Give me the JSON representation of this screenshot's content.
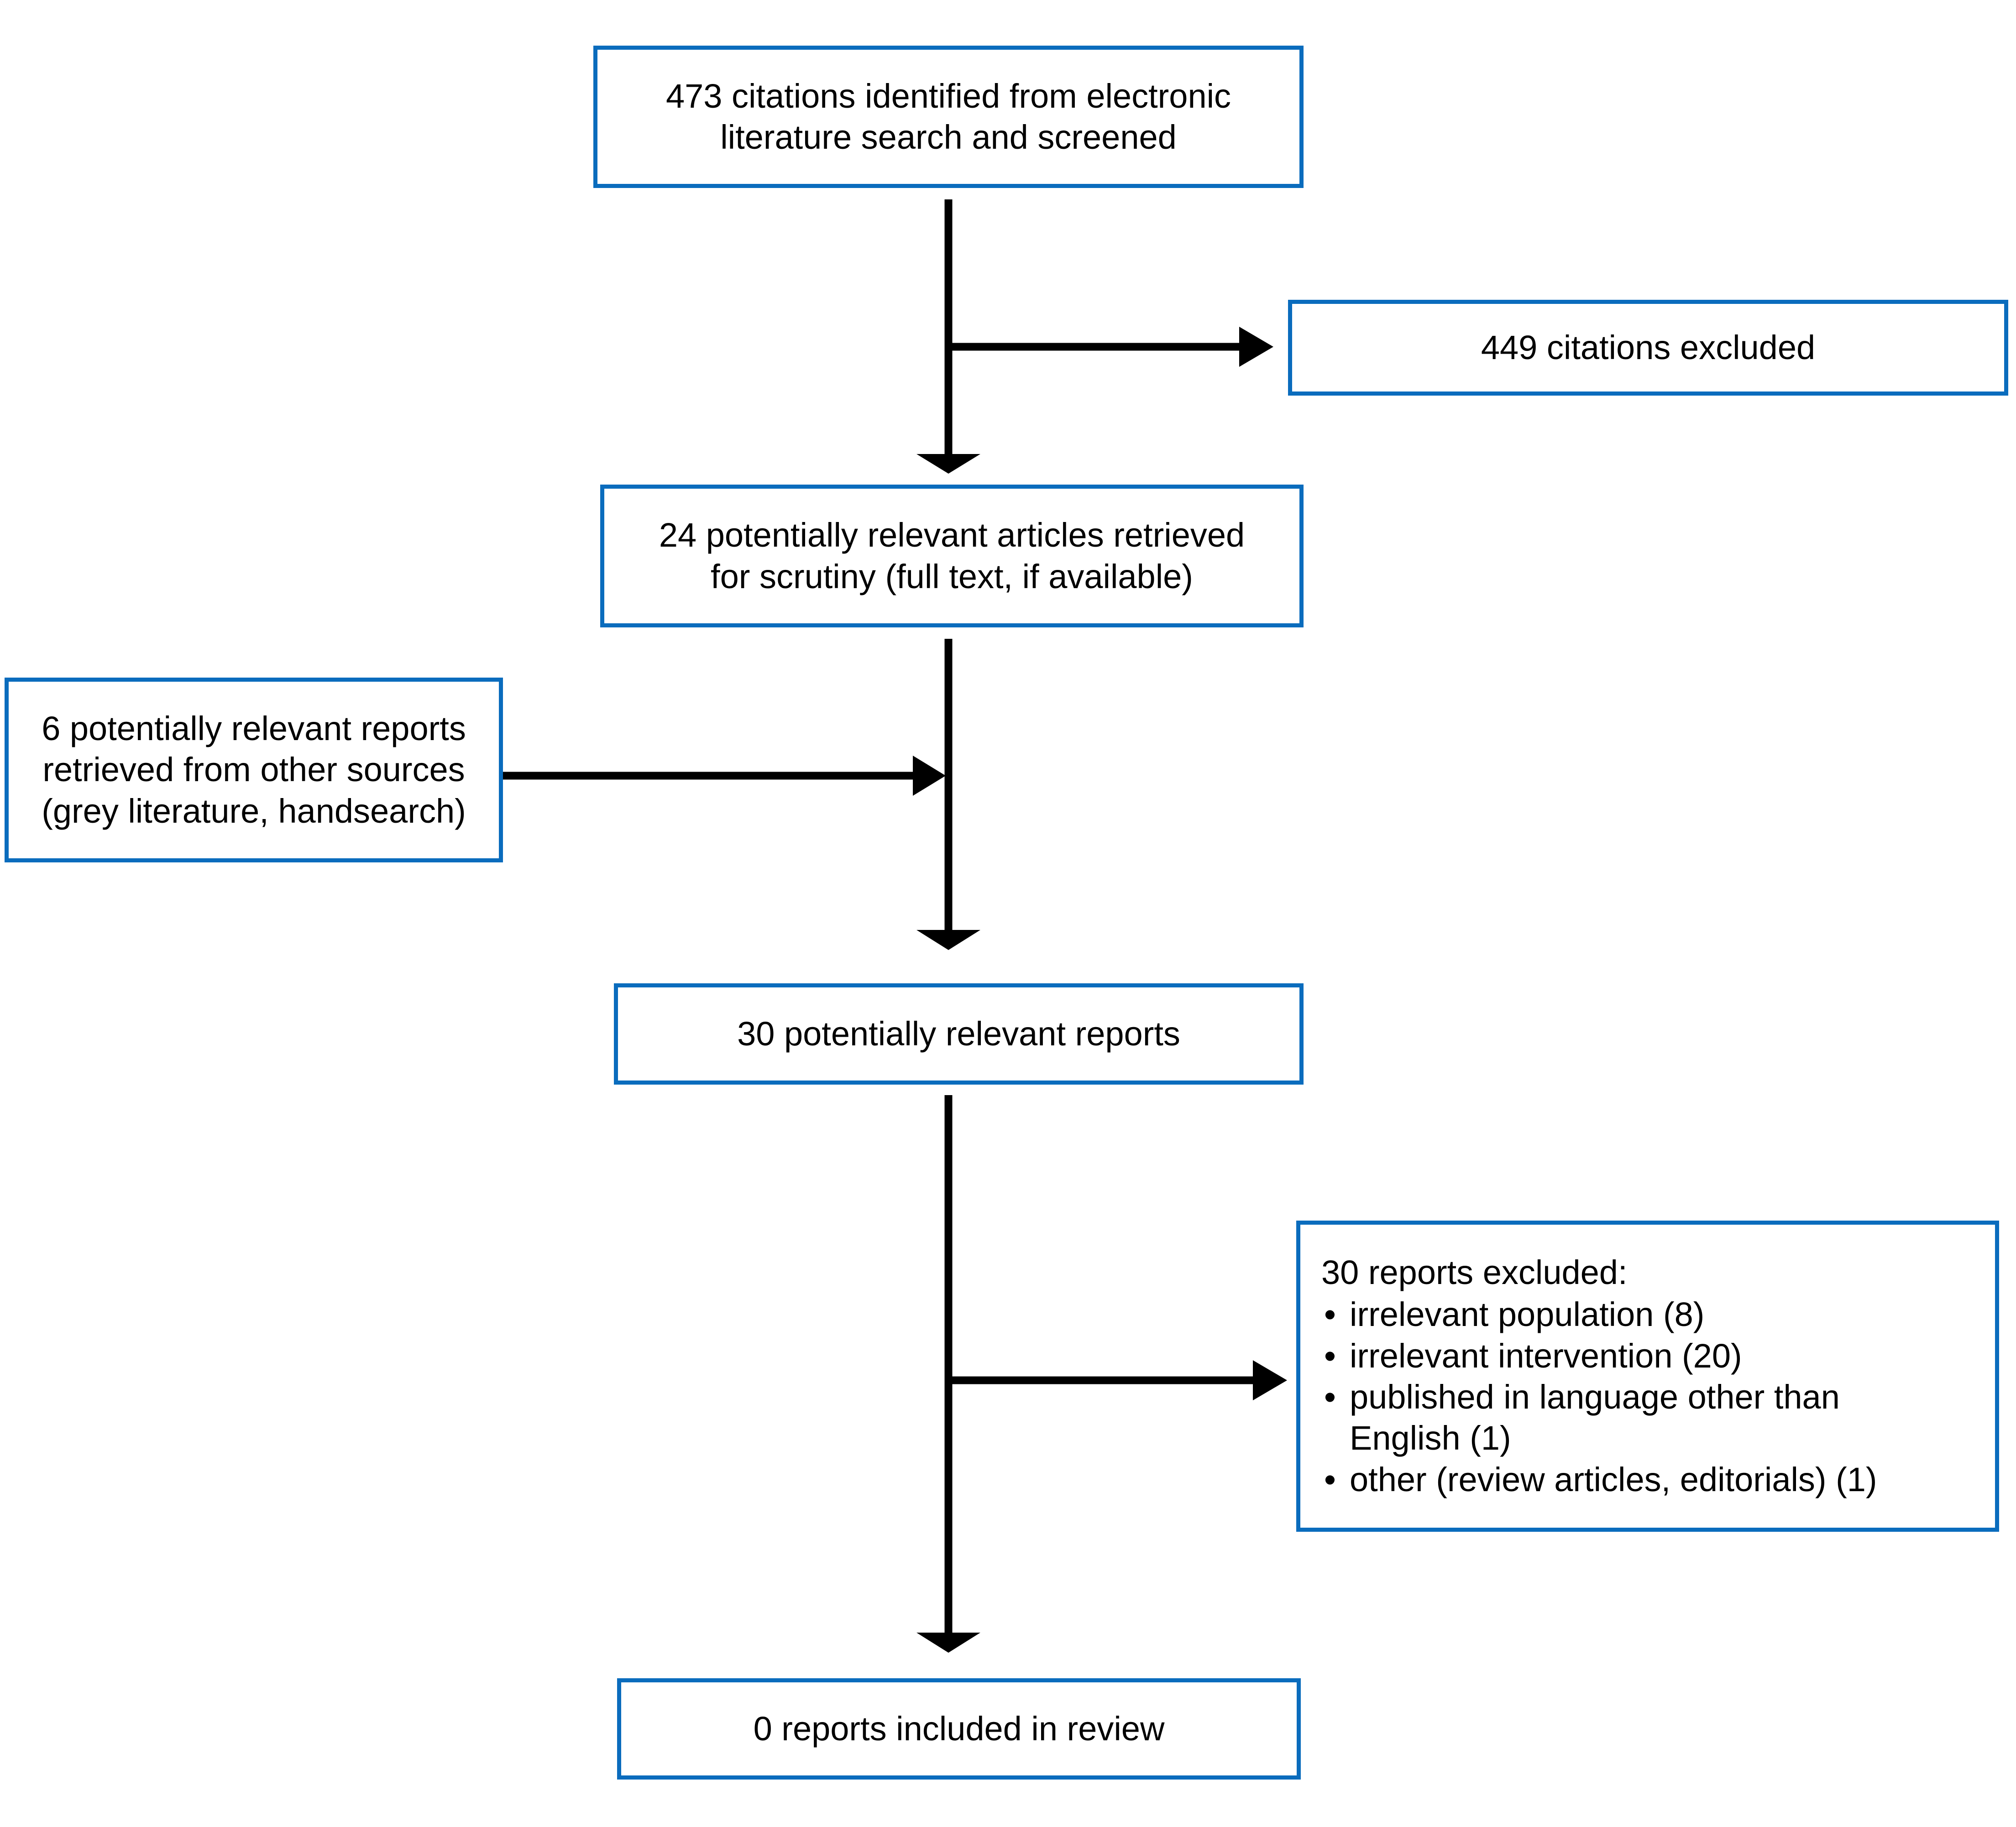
{
  "diagram": {
    "type": "prisma-study-flow",
    "accent_color": "#0a6cbd",
    "line_color": "#000000",
    "background": "#ffffff",
    "boxes": {
      "identified": {
        "label": "473 citations identified from electronic\nliterature search and screened",
        "count": 473
      },
      "citations_excluded": {
        "label": "449 citations excluded",
        "count": 449
      },
      "retrieved": {
        "label": "24 potentially relevant articles retrieved\nfor scrutiny (full text, if available)",
        "count": 24
      },
      "other_sources": {
        "label": "6 potentially relevant reports\nretrieved from other sources\n(grey literature, handsearch)",
        "count": 6
      },
      "relevant_reports": {
        "label": "30 potentially relevant reports",
        "count": 30
      },
      "reports_excluded": {
        "heading": "30 reports excluded:",
        "count": 30,
        "bullet_glyph": "•",
        "reasons": [
          "irrelevant population (8)",
          "irrelevant intervention (20)",
          "published in language other than\nEnglish (1)",
          "other (review articles, editorials) (1)"
        ]
      },
      "included": {
        "label": "0 reports included in review",
        "count": 0
      }
    },
    "connectors": [
      {
        "name": "identified-to-retrieved",
        "direction": "down"
      },
      {
        "name": "identified-to-citations-excluded",
        "direction": "right"
      },
      {
        "name": "retrieved-to-relevant-reports",
        "direction": "down"
      },
      {
        "name": "other-sources-to-stem",
        "direction": "right"
      },
      {
        "name": "relevant-reports-to-included",
        "direction": "down"
      },
      {
        "name": "relevant-reports-to-reports-excluded",
        "direction": "right"
      }
    ]
  }
}
